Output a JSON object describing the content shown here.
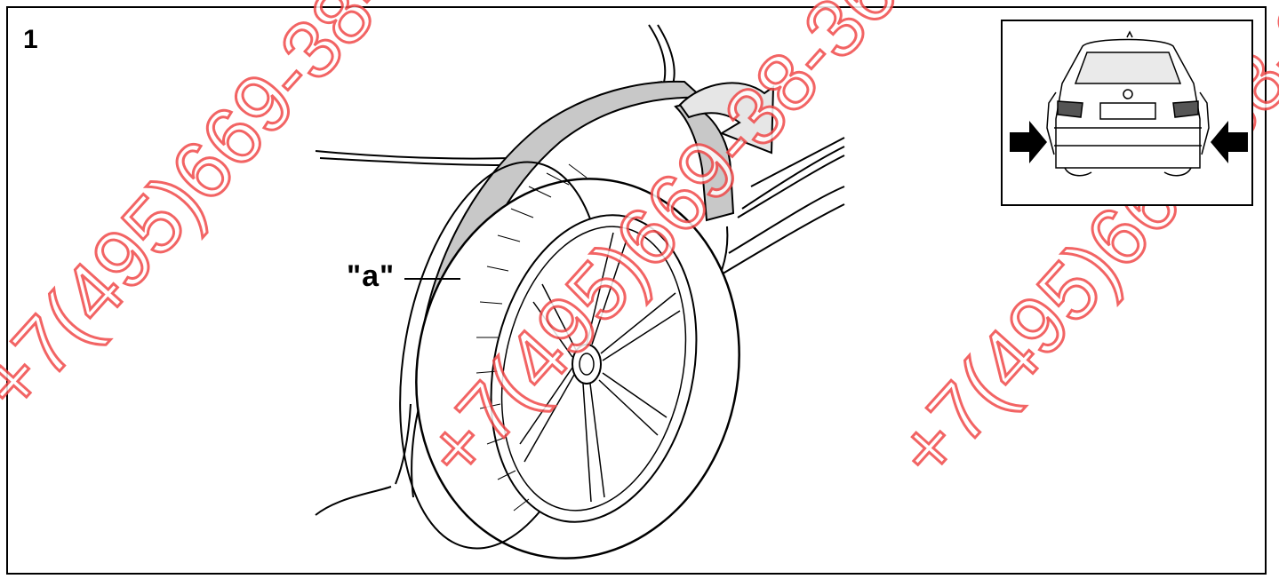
{
  "diagram": {
    "step_number": "1",
    "part_label": "\"a\"",
    "watermark_text": "+7(495)669-38-36",
    "colors": {
      "line": "#000000",
      "part_fill": "#c8c8c8",
      "arrow_fill": "#e6e6e6",
      "watermark": "#f04a4a"
    },
    "icons": [
      "curved-arrow-icon",
      "arrow-right-icon",
      "arrow-left-icon",
      "car-rear-icon",
      "wheel-icon"
    ]
  }
}
